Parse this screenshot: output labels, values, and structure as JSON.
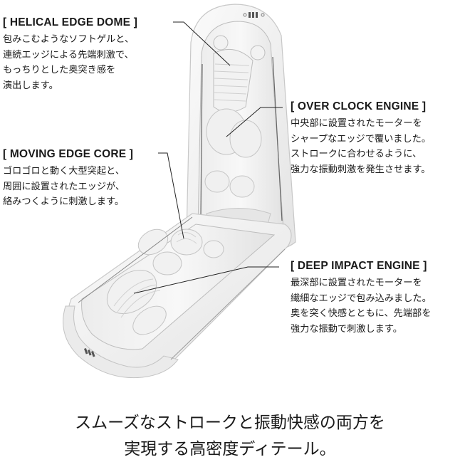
{
  "callouts": [
    {
      "id": "helical-edge-dome",
      "title": "[ HELICAL EDGE DOME ]",
      "lines": [
        "包みこむようなソフトゲルと、",
        "連続エッジによる先端刺激で、",
        "もっちりとした奥突き感を",
        "演出します。"
      ]
    },
    {
      "id": "moving-edge-core",
      "title": "[ MOVING EDGE CORE ]",
      "lines": [
        "ゴロゴロと動く大型突起と、",
        "周囲に設置されたエッジが、",
        "絡みつくように刺激します。"
      ]
    },
    {
      "id": "over-clock-engine",
      "title": "[ OVER CLOCK ENGINE ]",
      "lines": [
        "中央部に設置されたモーターを",
        "シャープなエッジで覆いました。",
        "ストロークに合わせるように、",
        "強力な振動刺激を発生させます。"
      ]
    },
    {
      "id": "deep-impact-engine",
      "title": "[ DEEP IMPACT ENGINE ]",
      "lines": [
        "最深部に設置されたモーターを",
        "繊細なエッジで包み込みました。",
        "奥を突く快感とともに、先端部を",
        "強力な振動で刺激します。"
      ]
    }
  ],
  "tagline": {
    "line1": "スムーズなストロークと振動快感の両方を",
    "line2": "実現する高密度ディテール。"
  },
  "illustration": {
    "subject": "open-device-cutaway",
    "line_color": "#222222",
    "shell_color": "#f4f4f4",
    "shadow_color": "#d6d6d6"
  }
}
